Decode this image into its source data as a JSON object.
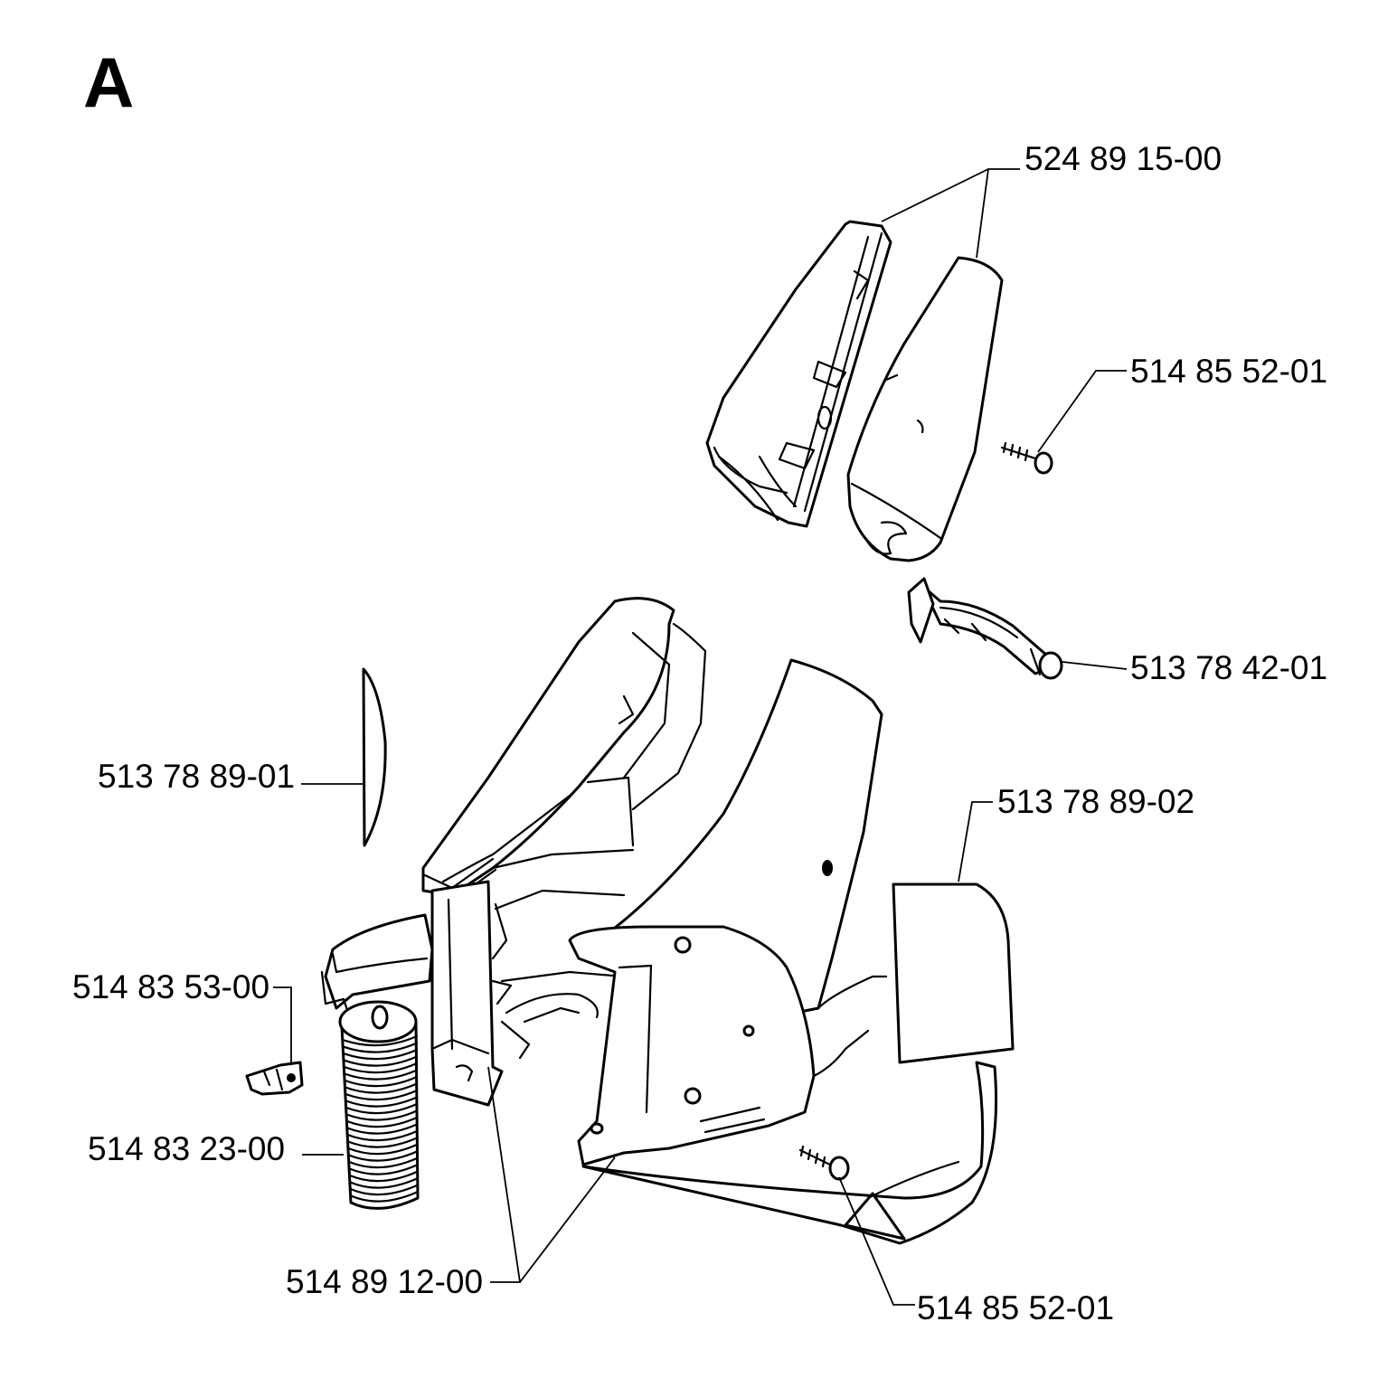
{
  "section_letter": "A",
  "parts": [
    {
      "id": "top_handle_halves",
      "number": "524 89 15-00"
    },
    {
      "id": "screw_upper",
      "number": "514 85 52-01"
    },
    {
      "id": "bracket_clip",
      "number": "513 78 42-01"
    },
    {
      "id": "decal_left",
      "number": "513 78 89-01"
    },
    {
      "id": "decal_right",
      "number": "513 78 89-02"
    },
    {
      "id": "spring_clip",
      "number": "514 83 53-00"
    },
    {
      "id": "cylinder_spool",
      "number": "514 83 23-00"
    },
    {
      "id": "main_housing",
      "number": "514 89 12-00"
    },
    {
      "id": "screw_lower",
      "number": "514 85 52-01"
    }
  ]
}
